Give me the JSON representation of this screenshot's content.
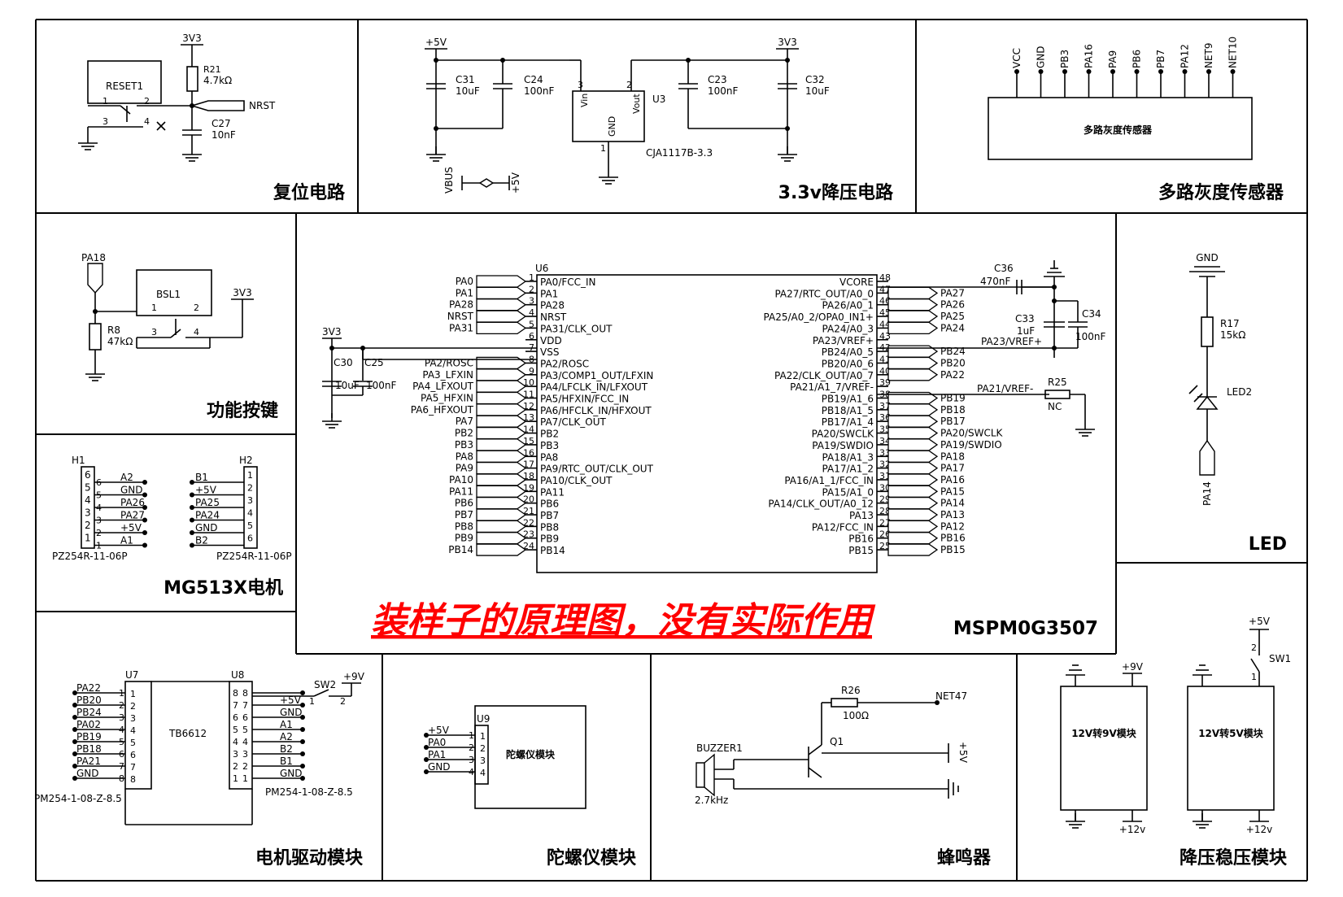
{
  "sections": {
    "reset": "复位电路",
    "ldo": "3.3v降压电路",
    "gray": "多路灰度传感器",
    "key": "功能按键",
    "motor": "MG513X电机",
    "led": "LED",
    "driver": "电机驱动模块",
    "gyro": "陀螺仪模块",
    "buzzer": "蜂鸣器",
    "regulator": "降压稳压模块"
  },
  "watermark": "装样子的原理图，没有实际作用",
  "mcu": {
    "ref": "U6",
    "part": "MSPM0G3507",
    "left_pins": [
      {
        "num": "1",
        "name": "PA0/FCC_IN",
        "net": "PA0"
      },
      {
        "num": "2",
        "name": "PA1",
        "net": "PA1"
      },
      {
        "num": "3",
        "name": "PA28",
        "net": "PA28"
      },
      {
        "num": "4",
        "name": "NRST",
        "net": "NRST"
      },
      {
        "num": "5",
        "name": "PA31/CLK_OUT",
        "net": "PA31"
      },
      {
        "num": "6",
        "name": "VDD",
        "net": ""
      },
      {
        "num": "7",
        "name": "VSS",
        "net": ""
      },
      {
        "num": "8",
        "name": "PA2/ROSC",
        "net": "PA2/ROSC"
      },
      {
        "num": "9",
        "name": "PA3/COMP1_OUT/LFXIN",
        "net": "PA3_LFXIN"
      },
      {
        "num": "10",
        "name": "PA4/LFCLK_IN/LFXOUT",
        "net": "PA4_LFXOUT"
      },
      {
        "num": "11",
        "name": "PA5/HFXIN/FCC_IN",
        "net": "PA5_HFXIN"
      },
      {
        "num": "12",
        "name": "PA6/HFCLK_IN/HFXOUT",
        "net": "PA6_HFXOUT"
      },
      {
        "num": "13",
        "name": "PA7/CLK_OUT",
        "net": "PA7"
      },
      {
        "num": "14",
        "name": "PB2",
        "net": "PB2"
      },
      {
        "num": "15",
        "name": "PB3",
        "net": "PB3"
      },
      {
        "num": "16",
        "name": "PA8",
        "net": "PA8"
      },
      {
        "num": "17",
        "name": "PA9/RTC_OUT/CLK_OUT",
        "net": "PA9"
      },
      {
        "num": "18",
        "name": "PA10/CLK_OUT",
        "net": "PA10"
      },
      {
        "num": "19",
        "name": "PA11",
        "net": "PA11"
      },
      {
        "num": "20",
        "name": "PB6",
        "net": "PB6"
      },
      {
        "num": "21",
        "name": "PB7",
        "net": "PB7"
      },
      {
        "num": "22",
        "name": "PB8",
        "net": "PB8"
      },
      {
        "num": "23",
        "name": "PB9",
        "net": "PB9"
      },
      {
        "num": "24",
        "name": "PB14",
        "net": "PB14"
      }
    ],
    "right_pins": [
      {
        "num": "48",
        "name": "VCORE",
        "net": ""
      },
      {
        "num": "47",
        "name": "PA27/RTC_OUT/A0_0",
        "net": "PA27"
      },
      {
        "num": "46",
        "name": "PA26/A0_1",
        "net": "PA26"
      },
      {
        "num": "45",
        "name": "PA25/A0_2/OPA0_IN1+",
        "net": "PA25"
      },
      {
        "num": "44",
        "name": "PA24/A0_3",
        "net": "PA24"
      },
      {
        "num": "43",
        "name": "PA23/VREF+",
        "net": ""
      },
      {
        "num": "42",
        "name": "PB24/A0_5",
        "net": "PB24"
      },
      {
        "num": "41",
        "name": "PB20/A0_6",
        "net": "PB20"
      },
      {
        "num": "40",
        "name": "PA22/CLK_OUT/A0_7",
        "net": "PA22"
      },
      {
        "num": "39",
        "name": "PA21/A1_7/VREF-",
        "net": ""
      },
      {
        "num": "38",
        "name": "PB19/A1_6",
        "net": "PB19"
      },
      {
        "num": "37",
        "name": "PB18/A1_5",
        "net": "PB18"
      },
      {
        "num": "36",
        "name": "PB17/A1_4",
        "net": "PB17"
      },
      {
        "num": "35",
        "name": "PA20/SWCLK",
        "net": "PA20/SWCLK"
      },
      {
        "num": "34",
        "name": "PA19/SWDIO",
        "net": "PA19/SWDIO"
      },
      {
        "num": "33",
        "name": "PA18/A1_3",
        "net": "PA18"
      },
      {
        "num": "32",
        "name": "PA17/A1_2",
        "net": "PA17"
      },
      {
        "num": "31",
        "name": "PA16/A1_1/FCC_IN",
        "net": "PA16"
      },
      {
        "num": "30",
        "name": "PA15/A1_0",
        "net": "PA15"
      },
      {
        "num": "29",
        "name": "PA14/CLK_OUT/A0_12",
        "net": "PA14"
      },
      {
        "num": "28",
        "name": "PA13",
        "net": "PA13"
      },
      {
        "num": "27",
        "name": "PA12/FCC_IN",
        "net": "PA12"
      },
      {
        "num": "26",
        "name": "PB16",
        "net": "PB16"
      },
      {
        "num": "25",
        "name": "PB15",
        "net": "PB15"
      }
    ],
    "vdd_net": "3V3",
    "c30": "C30",
    "c30v": "10uF",
    "c25": "C25",
    "c25v": "100nF",
    "c36": "C36",
    "c36v": "470nF",
    "c33": "C33",
    "c33v": "1uF",
    "c34": "C34",
    "c34v": "100nF",
    "vref_p": "PA23/VREF+",
    "vref_m": "PA21/VREF-",
    "r25": "R25",
    "r25v": "NC"
  },
  "reset_circuit": {
    "vnet": "3V3",
    "sw": "RESET1",
    "r": "R21",
    "rv": "4.7kΩ",
    "c": "C27",
    "cv": "10nF",
    "net": "NRST",
    "p1": "1",
    "p2": "2",
    "p3": "3",
    "p4": "4"
  },
  "ldo_circuit": {
    "vin": "+5V",
    "vout": "3V3",
    "c31": "C31",
    "c31v": "10uF",
    "c24": "C24",
    "c24v": "100nF",
    "c23": "C23",
    "c23v": "100nF",
    "c32": "C32",
    "c32v": "10uF",
    "u": "U3",
    "part": "CJA1117B-3.3",
    "vin_pin": "Vin",
    "vout_pin": "Vout",
    "gnd_pin": "GND",
    "p3": "3",
    "p2": "2",
    "p1": "1",
    "vbus": "VBUS",
    "v5": "+5V"
  },
  "gray_sensor": {
    "pins": [
      "VCC",
      "GND",
      "PB3",
      "PA16",
      "PA9",
      "PB6",
      "PB7",
      "PA12",
      "NET9",
      "NET10"
    ],
    "label": "多路灰度传感器"
  },
  "key_circuit": {
    "net": "PA18",
    "sw": "BSL1",
    "r": "R8",
    "rv": "47kΩ",
    "vnet": "3V3",
    "p1": "1",
    "p2": "2",
    "p3": "3",
    "p4": "4"
  },
  "motor_conn": {
    "h1": "H1",
    "h2": "H2",
    "part": "PZ254R-11-06P",
    "h1_pins": [
      "6",
      "5",
      "4",
      "3",
      "2",
      "1"
    ],
    "h1_nets": [
      "A2",
      "GND",
      "PA26",
      "PA27",
      "+5V",
      "A1"
    ],
    "h2_pins": [
      "1",
      "2",
      "3",
      "4",
      "5",
      "6"
    ],
    "h2_nets": [
      "B1",
      "+5V",
      "PA25",
      "PA24",
      "GND",
      "B2"
    ]
  },
  "led_circuit": {
    "gnd": "GND",
    "r": "R17",
    "rv": "15kΩ",
    "led": "LED2",
    "net": "PA14"
  },
  "driver_circuit": {
    "u7": "U7",
    "u8": "U8",
    "part": "TB6612",
    "conn": "PM254-1-08-Z-8.5",
    "left_nets": [
      "PA22",
      "PB20",
      "PB24",
      "PA02",
      "PB19",
      "PB18",
      "PA21",
      "GND"
    ],
    "right_nets": [
      "+5V",
      "GND",
      "A1",
      "A2",
      "B2",
      "B1",
      "GND"
    ],
    "right_pins": [
      "8",
      "7",
      "6",
      "5",
      "4",
      "3",
      "2",
      "1"
    ],
    "sw": "SW2",
    "v9": "+9V",
    "sp1": "1",
    "sp2": "2"
  },
  "gyro_circuit": {
    "u": "U9",
    "label": "陀螺仪模块",
    "nets": [
      "+5V",
      "PA0",
      "PA1",
      "GND"
    ],
    "pins": [
      "1",
      "2",
      "3",
      "4"
    ]
  },
  "buzzer_circuit": {
    "bz": "BUZZER1",
    "freq": "2.7kHz",
    "r": "R26",
    "rv": "100Ω",
    "net": "NET47",
    "q": "Q1",
    "v5": "+5V"
  },
  "reg_circuit": {
    "m1": "12V转9V模块",
    "m2": "12V转5V模块",
    "v9": "+9V",
    "v5": "+5V",
    "v12a": "+12v",
    "v12b": "+12v",
    "sw": "SW1",
    "sp1": "1",
    "sp2": "2"
  }
}
